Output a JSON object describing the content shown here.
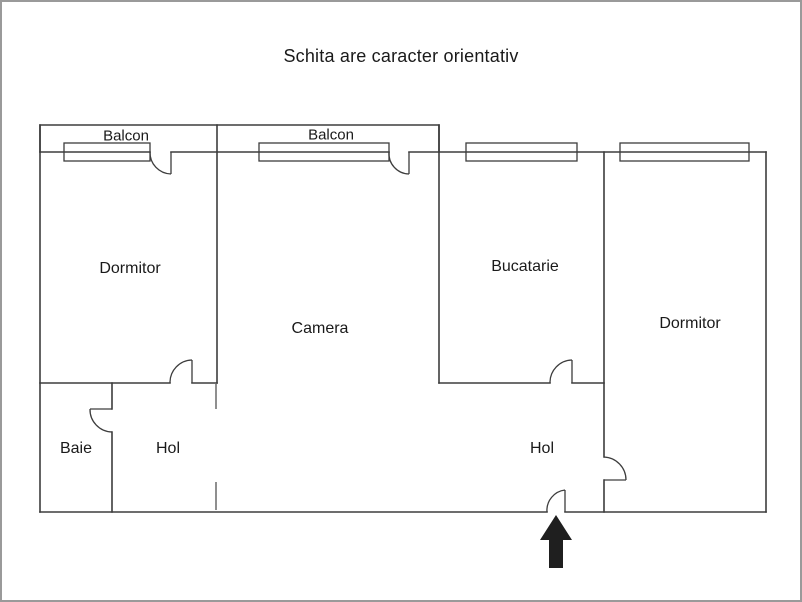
{
  "title": "Schita are caracter orientativ",
  "labels": {
    "balcon_left": "Balcon",
    "balcon_mid": "Balcon",
    "dormitor_left": "Dormitor",
    "camera": "Camera",
    "bucatarie": "Bucatarie",
    "dormitor_right": "Dormitor",
    "baie": "Baie",
    "hol_left": "Hol",
    "hol_right": "Hol"
  },
  "icons": {
    "entrance_arrow": "up-arrow"
  },
  "colors": {
    "wall": "#3d3d3d",
    "light_wall": "#8f8f8f",
    "arrow": "#1f1f1f",
    "frame": "#9a9a9a"
  }
}
